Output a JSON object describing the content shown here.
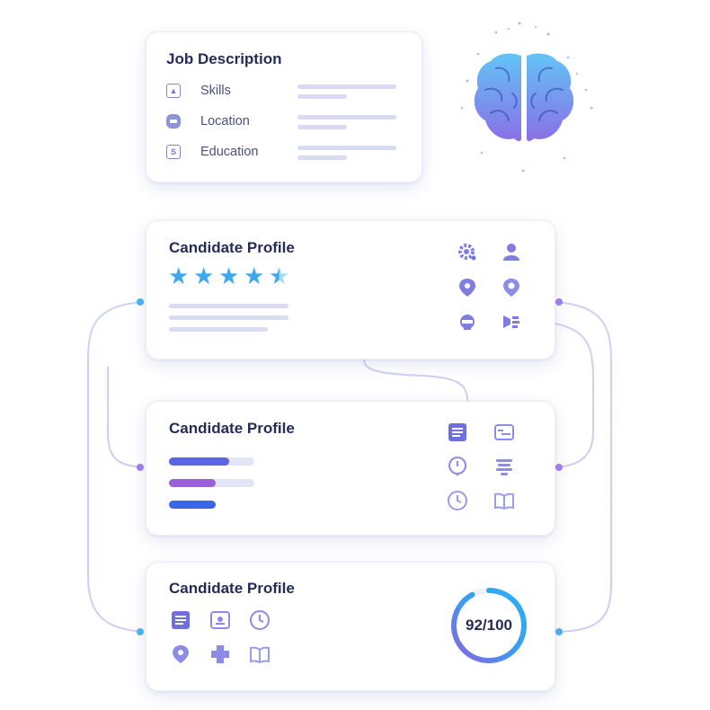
{
  "job_description": {
    "title": "Job Description",
    "items": [
      {
        "label": "Skills",
        "icon": "skills-icon"
      },
      {
        "label": "Location",
        "icon": "location-icon"
      },
      {
        "label": "Education",
        "icon": "education-icon"
      }
    ]
  },
  "brain": {
    "icon": "brain-icon"
  },
  "candidates": [
    {
      "title": "Candidate Profile",
      "rating": 4.5,
      "rating_max": 5,
      "icons": [
        "settings-icon",
        "person-icon",
        "map-pin-icon",
        "map-pin-outline-icon",
        "badge-icon",
        "megaphone-icon"
      ]
    },
    {
      "title": "Candidate Profile",
      "bars": [
        {
          "fill": 0.71,
          "color": "#5b63e6"
        },
        {
          "fill": 0.55,
          "color": "#9a5fe0"
        },
        {
          "fill": 1.0,
          "color": "#3c63e8"
        }
      ],
      "icons": [
        "document-icon",
        "id-card-icon",
        "pin-clock-icon",
        "stack-icon",
        "clock-icon",
        "book-icon"
      ]
    },
    {
      "title": "Candidate Profile",
      "score": "92/100",
      "score_fraction": 0.92,
      "icons": [
        "document-icon",
        "id-badge-icon",
        "clock-icon",
        "map-pin-icon",
        "medical-cross-icon",
        "book-icon"
      ]
    }
  ],
  "colors": {
    "accent_blue": "#3fa8ec",
    "accent_purple": "#8a63e0",
    "icon_purple": "#7f7ee0",
    "line_gray": "#d8dbf2"
  }
}
